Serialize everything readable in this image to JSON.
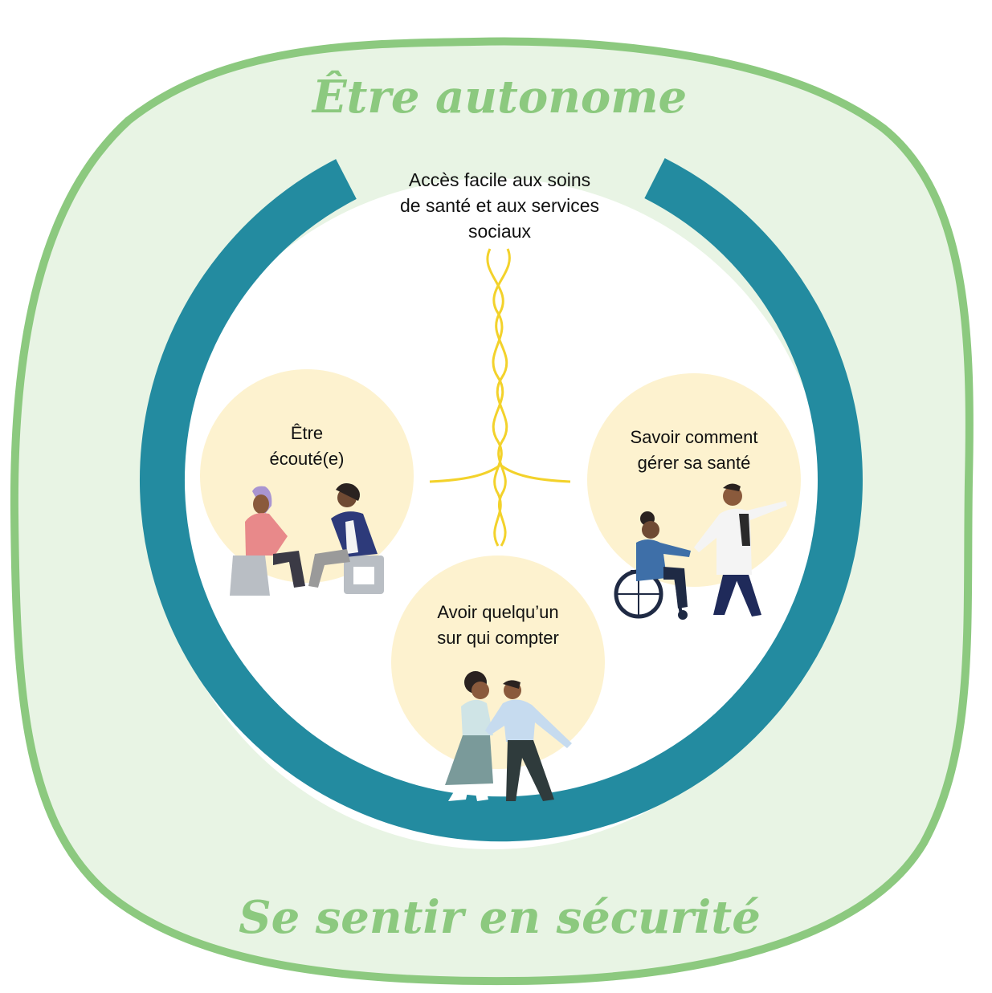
{
  "outer_title": "Être autonome",
  "bottom_title": "Se sentir en sécurité",
  "top_label": [
    "Accès facile aux soins",
    "de santé et aux services",
    "sociaux"
  ],
  "circles": [
    {
      "lines": [
        "Être",
        "écouté(e)"
      ]
    },
    {
      "lines": [
        "Savoir comment",
        "gérer sa santé"
      ]
    },
    {
      "lines": [
        "Avoir quelqu’un",
        "sur qui compter"
      ]
    }
  ],
  "colors": {
    "outer_border": "#8cc97f",
    "outer_fill": "#e8f4e4",
    "ring": "#238ba0",
    "circle_fill": "#fdf2cf",
    "braid": "#f3d22b"
  },
  "icons": {
    "listening": "two-people-sitting-talking-icon",
    "managing": "doctor-pushing-wheelchair-icon",
    "support": "two-people-holding-hands-icon"
  }
}
